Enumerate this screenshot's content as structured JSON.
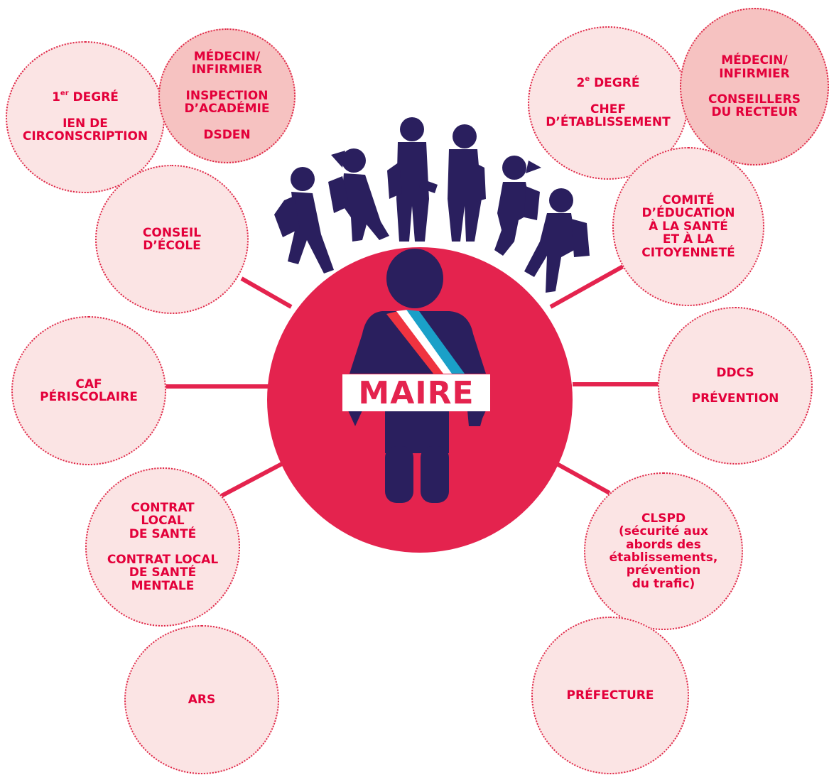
{
  "center": {
    "label": "MAIRE"
  },
  "bubbles": {
    "premier_degre": {
      "title": "1",
      "title_sup": "er",
      "title_rest": " DEGRÉ",
      "lines": [
        "IEN DE",
        "CIRCONSCRIPTION"
      ]
    },
    "medecin_inspection": {
      "lines1": [
        "MÉDECIN/",
        "INFIRMIER"
      ],
      "lines2": [
        "INSPECTION",
        "D’ACADÉMIE"
      ],
      "lines3": [
        "DSDEN"
      ]
    },
    "second_degre": {
      "title": "2",
      "title_sup": "e",
      "title_rest": " DEGRÉ",
      "lines": [
        "CHEF",
        "D’ÉTABLISSEMENT"
      ]
    },
    "medecin_conseillers": {
      "lines1": [
        "MÉDECIN/",
        "INFIRMIER"
      ],
      "lines2": [
        "CONSEILLERS",
        "DU RECTEUR"
      ]
    },
    "conseil_ecole": {
      "lines": [
        "CONSEIL",
        "D’ÉCOLE"
      ]
    },
    "comite": {
      "lines": [
        "COMITÉ",
        "D’ÉDUCATION",
        "À LA SANTÉ",
        "ET À LA",
        "CITOYENNETÉ"
      ]
    },
    "caf": {
      "lines": [
        "CAF",
        "PÉRISCOLAIRE"
      ]
    },
    "ddcs": {
      "lines1": [
        "DDCS"
      ],
      "lines2": [
        "PRÉVENTION"
      ]
    },
    "contrat": {
      "lines1": [
        "CONTRAT",
        "LOCAL",
        "DE SANTÉ"
      ],
      "lines2": [
        "CONTRAT LOCAL",
        "DE SANTÉ",
        "MENTALE"
      ]
    },
    "clspd": {
      "lines": [
        "CLSPD",
        "(sécurité aux",
        "abords des",
        "établissements,",
        "prévention",
        "du trafic)"
      ]
    },
    "ars": {
      "lines": [
        "ARS"
      ]
    },
    "prefecture": {
      "lines": [
        "PRÉFECTURE"
      ]
    }
  },
  "colors": {
    "accent": "#e4234e",
    "bubble_light": "#fbe4e4",
    "bubble_dark": "#f6c2c1",
    "figure": "#2a1f5e",
    "sash_blue": "#1aa0c8",
    "sash_red": "#ef3340"
  },
  "icons": [
    "students-group-icon",
    "mayor-figure-icon",
    "tricolor-sash-icon"
  ]
}
